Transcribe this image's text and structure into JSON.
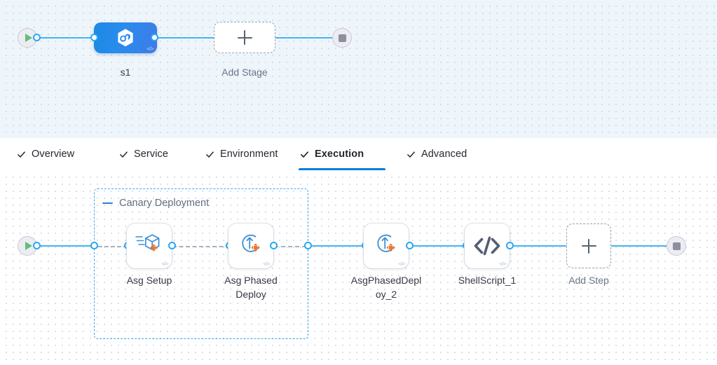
{
  "stages_canvas": {
    "name": "pipeline-stages-canvas",
    "start_node": {
      "icon": "play-icon"
    },
    "end_node": {
      "icon": "stop-icon"
    },
    "stage": {
      "label": "s1",
      "icon": "deployment-hexagon-icon",
      "code_marker": "</>"
    },
    "add_stage": {
      "label": "Add Stage",
      "icon": "plus-icon"
    }
  },
  "tabs": {
    "name": "stage-config-tabs",
    "items": [
      {
        "label": "Overview",
        "icon": "check-icon",
        "active": false
      },
      {
        "label": "Service",
        "icon": "check-icon",
        "active": false
      },
      {
        "label": "Environment",
        "icon": "check-icon",
        "active": false
      },
      {
        "label": "Execution",
        "icon": "check-icon",
        "active": true
      },
      {
        "label": "Advanced",
        "icon": "check-icon",
        "active": false
      }
    ]
  },
  "steps_canvas": {
    "name": "execution-steps-canvas",
    "start_node": {
      "icon": "play-icon"
    },
    "end_node": {
      "icon": "stop-icon"
    },
    "group": {
      "title": "Canary Deployment",
      "collapse_icon": "minus-icon"
    },
    "steps": [
      {
        "label": "Asg Setup",
        "icon": "asg-setup-icon",
        "code_marker": "</>",
        "in_group": true
      },
      {
        "label": "Asg Phased Deploy",
        "icon": "asg-phased-deploy-icon",
        "code_marker": "</>",
        "in_group": true
      },
      {
        "label": "AsgPhasedDeploy_2",
        "icon": "asg-phased-deploy-icon",
        "code_marker": "</>",
        "in_group": false
      },
      {
        "label": "ShellScript_1",
        "icon": "shell-script-icon",
        "code_marker": "</>",
        "in_group": false
      }
    ],
    "step_label_lines": {
      "asg_setup": "Asg Setup",
      "asg_phased_deploy_l1": "Asg Phased",
      "asg_phased_deploy_l2": "Deploy",
      "asg_phased_deploy_2_l1": "AsgPhasedDepl",
      "asg_phased_deploy_2_l2": "oy_2",
      "shell_script_1": "ShellScript_1"
    },
    "add_step": {
      "label": "Add Step",
      "icon": "plus-icon"
    }
  },
  "colors": {
    "accent_blue": "#2ba6f5",
    "tab_active": "#0c7bd8",
    "stage_gradient_from": "#1b8ae5",
    "stage_gradient_to": "#3e7ce8",
    "group_border": "#45a6f0",
    "orange_badge": "#f0762a",
    "start_green": "#5cc27a",
    "stop_gray": "#8e8e9e",
    "canvas_top_bg": "#eef6fc",
    "canvas_bottom_bg": "#ffffff"
  }
}
